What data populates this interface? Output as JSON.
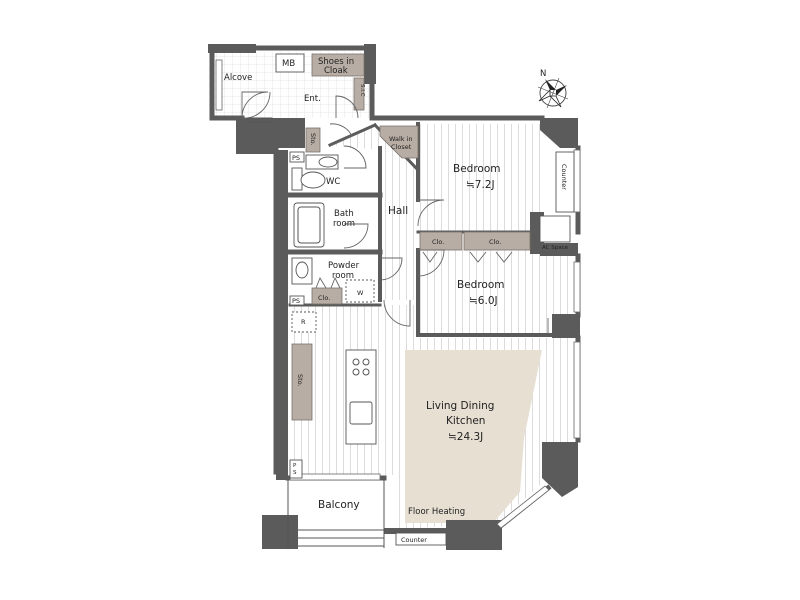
{
  "compass": {
    "north_label": "N"
  },
  "rooms": {
    "alcove": "Alcove",
    "mb": "MB",
    "shoes_in_cloak": [
      "Shoes in",
      "Cloak"
    ],
    "entrance": "Ent.",
    "storage_small": "Sto.",
    "wic": [
      "Walk in",
      "Closet"
    ],
    "bedroom1": {
      "name": "Bedroom",
      "size": "≒7.2J"
    },
    "counter_top": "Counter",
    "ps_top": "PS",
    "wc": "WC",
    "hall": "Hall",
    "bathroom": [
      "Bath",
      "room"
    ],
    "closet1": "Clo.",
    "closet2": "Clo.",
    "ac_space": "AC Space",
    "powder_room": [
      "Powder",
      "room"
    ],
    "closet_powder": "Clo.",
    "washer": "W",
    "ps_mid": "PS",
    "bedroom2": {
      "name": "Bedroom",
      "size": "≒6.0J"
    },
    "refrigerator": "R",
    "storage_ldk": "Sto.",
    "ldk": {
      "name1": "Living Dining",
      "name2": "Kitchen",
      "size": "≒24.3J"
    },
    "ps_bottom": [
      "P",
      "S"
    ],
    "balcony": "Balcony",
    "floor_heating": "Floor Heating",
    "counter_bottom": "Counter",
    "shoes_small": "S.I.C"
  },
  "colors": {
    "wall": "#5b5b5b",
    "floor_stripes": "#dcdcdc",
    "floor_heating_area": "#e6dfd2",
    "closet_fill": "#b8ada4"
  }
}
